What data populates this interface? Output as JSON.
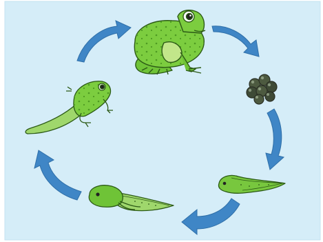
{
  "diagram": {
    "kind": "life-cycle",
    "stages": [
      {
        "id": "adult-frog",
        "icon": "adult-frog-icon"
      },
      {
        "id": "frog-eggs",
        "icon": "frog-eggs-icon"
      },
      {
        "id": "young-tadpole",
        "icon": "tadpole-icon"
      },
      {
        "id": "tadpole-with-legs",
        "icon": "tadpole-with-legs-icon"
      },
      {
        "id": "froglet",
        "icon": "froglet-icon"
      }
    ],
    "colors": {
      "background": "#d5edf8",
      "arrow": "#3f86c6",
      "frog_green": "#7ccd3f",
      "frog_light": "#c2e68a",
      "tadpole_green": "#78c73e",
      "egg_dark": "#3e4a36",
      "outline": "#2c5a16"
    }
  }
}
